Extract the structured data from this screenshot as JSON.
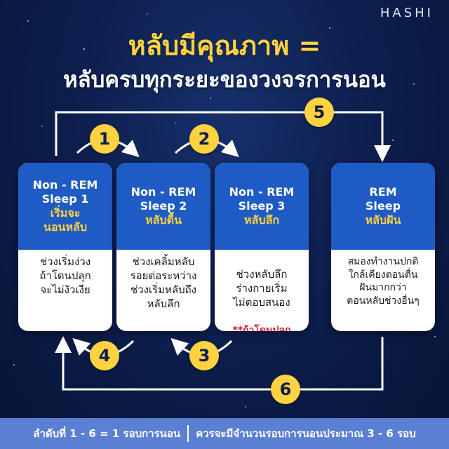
{
  "brand": {
    "logo": "HASHI"
  },
  "title": {
    "line1": "หลับมีคุณภาพ =",
    "line2": "หลับครบทุกระยะของวงจรการนอน"
  },
  "stages": [
    {
      "line1": "Non - REM",
      "line2": "Sleep 1",
      "line3": "เริ่มจะ\nนอนหลับ",
      "desc": "ช่วงเริ่มง่วง\nถ้าโดนปลุก\nจะไม่งัวเงีย",
      "note": ""
    },
    {
      "line1": "Non - REM",
      "line2": "Sleep 2",
      "line3": "หลับตื้น",
      "desc": "ช่วงเคลิ้มหลับ\nรอยต่อระหว่าง\nช่วงเริ่มหลับถึง\nหลับลึก",
      "note": ""
    },
    {
      "line1": "Non - REM",
      "line2": "Sleep 3",
      "line3": "หลับลึก",
      "desc": "ช่วงหลับลึก\nร่างกายเริ่ม\nไม่ตอบสนอง",
      "note": "**ถ้าโดนปลุก\nจะงัวเงียมาก**"
    },
    {
      "line1": "REM",
      "line2": "Sleep",
      "line3": "หลับฝัน",
      "desc": "สมองทำงานปกติ\nใกล้เคียงตอนตื่น\nฝันมากกว่า\nตอนหลับช่วงอื่นๆ",
      "note": ""
    }
  ],
  "steps": [
    "1",
    "2",
    "3",
    "4",
    "5",
    "6"
  ],
  "footer": {
    "left": "ลำดับที่ 1 - 6 = 1 รอบการนอน",
    "right": "ควรจะมีจำนวนรอบการนอนประมาณ 3 - 6 รอบ"
  },
  "colors": {
    "background": "#0d1f4f",
    "accent": "#ffd23f",
    "card_header": "#1f5bc4",
    "warning": "#d11f2a",
    "footer": "#5b7fd3"
  }
}
